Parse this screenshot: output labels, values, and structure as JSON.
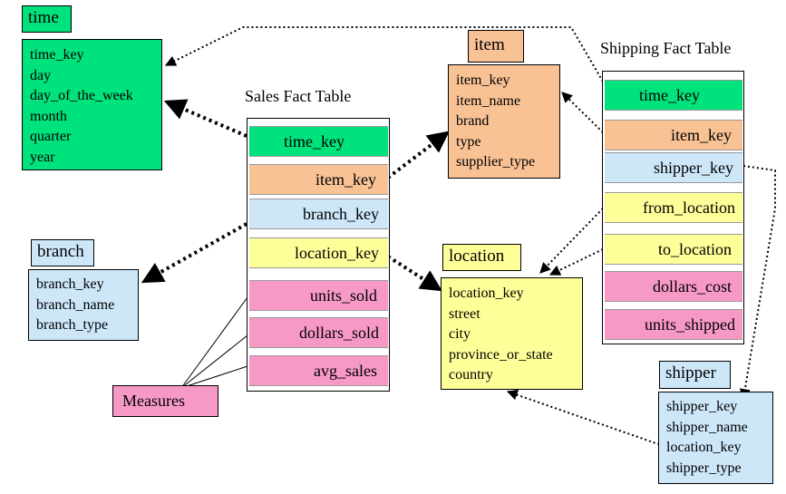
{
  "colors": {
    "time": "#00e27c",
    "item": "#f9c295",
    "branch": "#cde7f9",
    "location": "#ffff99",
    "shipper": "#cde7f9",
    "measure": "#f799c7"
  },
  "time": {
    "title": "time",
    "attrs": [
      "time_key",
      "day",
      "day_of_the_week",
      "month",
      "quarter",
      "year"
    ]
  },
  "item": {
    "title": "item",
    "attrs": [
      "item_key",
      "item_name",
      "brand",
      "type",
      "supplier_type"
    ]
  },
  "branch": {
    "title": "branch",
    "attrs": [
      "branch_key",
      "branch_name",
      "branch_type"
    ]
  },
  "location": {
    "title": "location",
    "attrs": [
      "location_key",
      "street",
      "city",
      "province_or_state",
      "country"
    ]
  },
  "shipper": {
    "title": "shipper",
    "attrs": [
      "shipper_key",
      "shipper_name",
      "location_key",
      "shipper_type"
    ]
  },
  "sales": {
    "caption": "Sales Fact Table",
    "fields": [
      "time_key",
      "item_key",
      "branch_key",
      "location_key",
      "units_sold",
      "dollars_sold",
      "avg_sales"
    ]
  },
  "shipping": {
    "caption": "Shipping Fact Table",
    "fields": [
      "time_key",
      "item_key",
      "shipper_key",
      "from_location",
      "to_location",
      "dollars_cost",
      "units_shipped"
    ]
  },
  "measures_label": "Measures"
}
